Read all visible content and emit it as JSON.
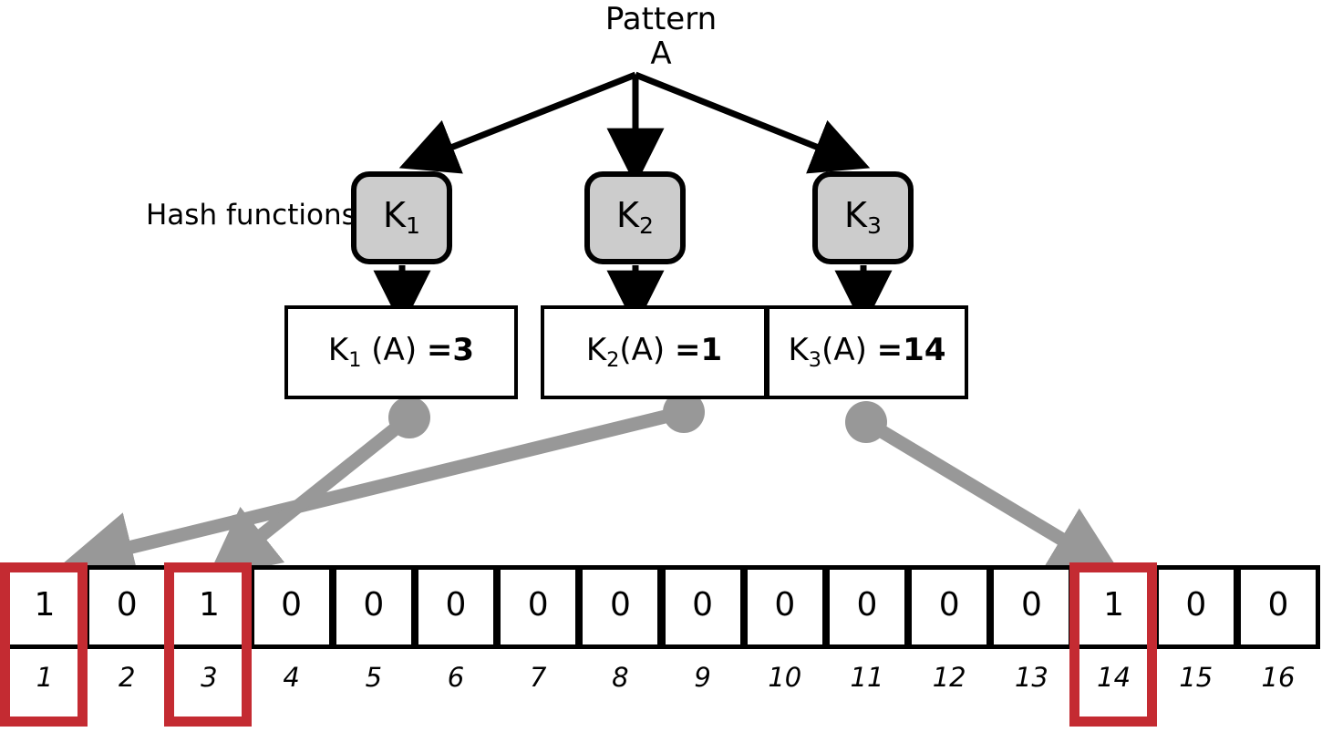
{
  "diagram": {
    "title_lines": [
      "Pattern",
      "A"
    ],
    "hash_functions_label": "Hash functions",
    "hash_functions": [
      {
        "name": "K",
        "subscript": "1"
      },
      {
        "name": "K",
        "subscript": "2"
      },
      {
        "name": "K",
        "subscript": "3"
      }
    ],
    "results": [
      {
        "fn": "K",
        "subscript": "1",
        "arg": "(A)",
        "equals": "=",
        "value": "3"
      },
      {
        "fn": "K",
        "subscript": "2",
        "arg": "(A)",
        "equals": "=",
        "value": "1"
      },
      {
        "fn": "K",
        "subscript": "3",
        "arg": "(A)",
        "equals": "=",
        "value": "14"
      }
    ],
    "bit_array": {
      "bits": [
        "1",
        "0",
        "1",
        "0",
        "0",
        "0",
        "0",
        "0",
        "0",
        "0",
        "0",
        "0",
        "0",
        "1",
        "0",
        "0"
      ],
      "indices": [
        "1",
        "2",
        "3",
        "4",
        "5",
        "6",
        "7",
        "8",
        "9",
        "10",
        "11",
        "12",
        "13",
        "14",
        "15",
        "16"
      ],
      "highlighted_indices": [
        1,
        3,
        14
      ]
    },
    "mappings": [
      {
        "from": "K1(A)=3",
        "to_index": "3"
      },
      {
        "from": "K2(A)=1",
        "to_index": "1"
      },
      {
        "from": "K3(A)=14",
        "to_index": "14"
      }
    ],
    "colors": {
      "highlight_red": "#c42b32",
      "arrow_gray": "#989898",
      "hash_box_fill": "#cccccc",
      "outline_black": "#000000",
      "background": "#ffffff"
    }
  }
}
